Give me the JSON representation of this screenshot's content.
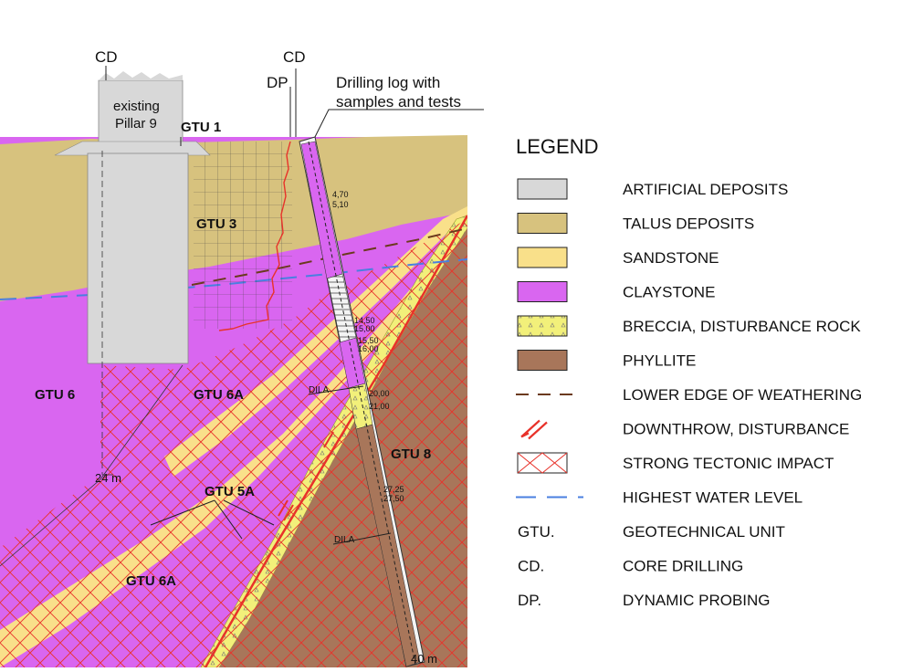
{
  "labels": {
    "cd_left": "CD",
    "cd_right": "CD",
    "dp": "DP",
    "pillar_line1": "existing",
    "pillar_line2": "Pillar 9",
    "log_line1": "Drilling log with",
    "log_line2": "samples and tests",
    "depth_left": "24 m",
    "depth_right": "40 m",
    "dila_upper": "DILA",
    "dila_lower": "DILA"
  },
  "units": {
    "gtu1": "GTU 1",
    "gtu3": "GTU 3",
    "gtu6": "GTU 6",
    "gtu6a_upper": "GTU 6A",
    "gtu5a": "GTU 5A",
    "gtu6a_lower": "GTU 6A",
    "gtu8": "GTU 8"
  },
  "log_annotations": [
    "4,70",
    "5,10",
    "14,50",
    "15,00",
    "15,50",
    "16,00",
    "20,00",
    "21,00",
    "27,25",
    "27,50"
  ],
  "legend": {
    "title": "LEGEND",
    "items": [
      {
        "symbol": "artificial",
        "label": "ARTIFICIAL DEPOSITS"
      },
      {
        "symbol": "talus",
        "label": "TALUS DEPOSITS"
      },
      {
        "symbol": "sandstone",
        "label": "SANDSTONE"
      },
      {
        "symbol": "claystone",
        "label": "CLAYSTONE"
      },
      {
        "symbol": "breccia",
        "label": "BRECCIA, DISTURBANCE ROCK"
      },
      {
        "symbol": "phyllite",
        "label": "PHYLLITE"
      },
      {
        "symbol": "weathering-line",
        "label": "LOWER EDGE OF WEATHERING"
      },
      {
        "symbol": "downthrow",
        "label": "DOWNTHROW, DISTURBANCE"
      },
      {
        "symbol": "tectonic",
        "label": "STRONG TECTONIC IMPACT"
      },
      {
        "symbol": "water-line",
        "label": "HIGHEST WATER LEVEL"
      },
      {
        "symbol": "abbr",
        "abbr": "GTU.",
        "label": "GEOTECHNICAL UNIT"
      },
      {
        "symbol": "abbr",
        "abbr": "CD.",
        "label": "CORE DRILLING"
      },
      {
        "symbol": "abbr",
        "abbr": "DP.",
        "label": "DYNAMIC PROBING"
      }
    ]
  },
  "colors": {
    "artificial": "#d8d8d8",
    "talus": "#d7c27e",
    "sandstone": "#f9e08a",
    "claystone": "#d966f0",
    "breccia": "#f2f07a",
    "phyllite": "#a8765a",
    "hatch": "#e8322a",
    "weathering": "#6b3a1e",
    "water": "#4a7fe0"
  }
}
